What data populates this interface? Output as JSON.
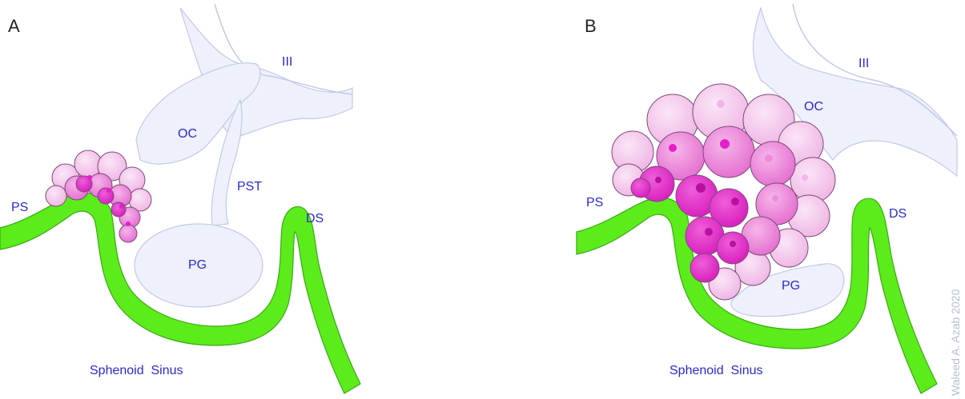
{
  "panels": [
    {
      "letter": "A",
      "labels": {
        "third_ventricle": "III",
        "optic_chiasm": "OC",
        "pituitary_stalk": "PST",
        "planum_sphenoidale": "PS",
        "dorsum_sellae": "DS",
        "pituitary_gland": "PG",
        "sphenoid_sinus": "Sphenoid  Sinus"
      }
    },
    {
      "letter": "B",
      "labels": {
        "third_ventricle": "III",
        "optic_chiasm": "OC",
        "planum_sphenoidale": "PS",
        "dorsum_sellae": "DS",
        "pituitary_gland": "PG",
        "sphenoid_sinus": "Sphenoid  Sinus"
      }
    }
  ],
  "watermark": "Waleed A. Azab  2020",
  "colors": {
    "bone": "#5cec1c",
    "bone_edge": "#3aa812",
    "brain": "#eef0fb",
    "brain_edge": "#c3c8e6",
    "label": "#2a2ad0",
    "tumor_light": "#f7d3ef",
    "tumor_mid": "#ef8fdc",
    "tumor_dark": "#e21fc9"
  }
}
